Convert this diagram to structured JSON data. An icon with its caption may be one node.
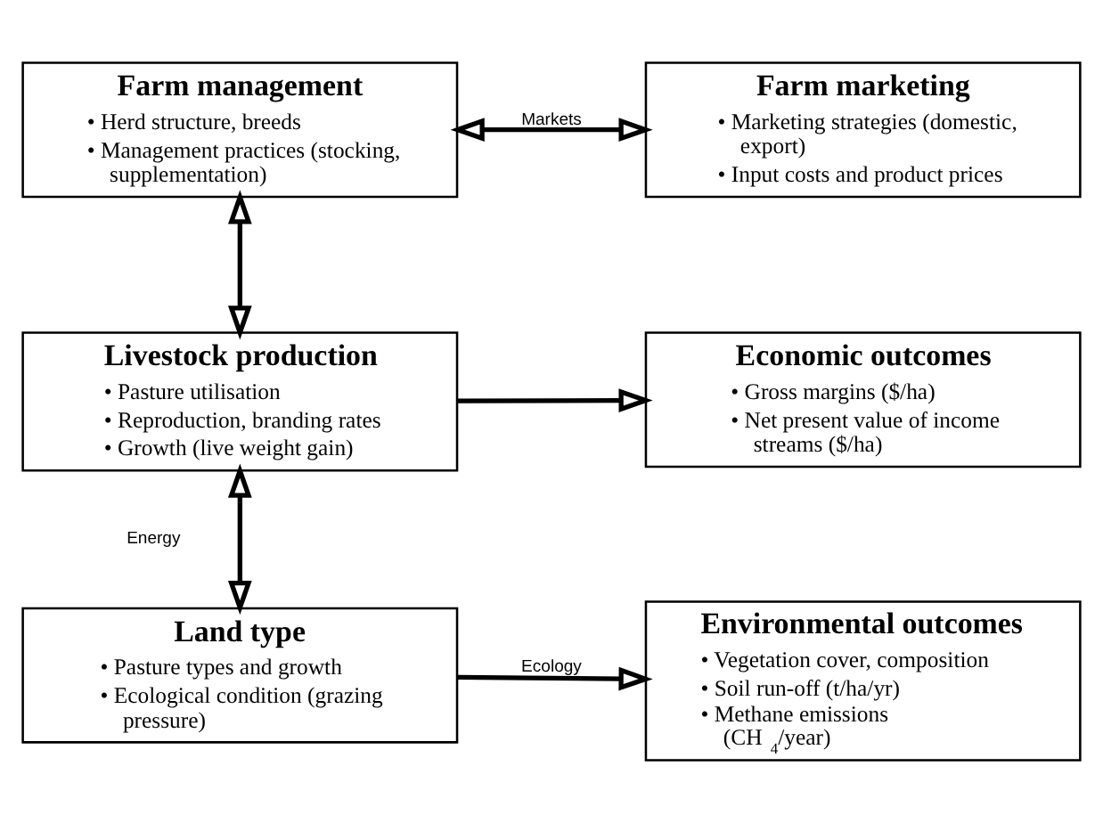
{
  "diagram": {
    "nodes": [
      {
        "text": [
          "Farm management",
          "• Herd structure, breeds",
          "• Management practices (stocking, supplementation)"
        ]
      },
      {
        "text": [
          "Farm marketing",
          "• Marketing strategies (domestic, export)",
          "• Input costs and product prices"
        ]
      },
      {
        "text": [
          "Livestock production",
          "• Pasture utilisation",
          "• Reproduction, branding rates",
          "• Growth (live weight gain)"
        ]
      },
      {
        "text": [
          "Economic outcomes",
          "• Gross margins ($/ha)",
          "• Net present value of income streams ($/ha)"
        ]
      },
      {
        "text": [
          "Land type",
          "• Pasture types and growth",
          "• Ecological condition (grazing pressure)"
        ]
      },
      {
        "text": [
          "Environmental outcomes",
          "• Vegetation cover, composition",
          "• Soil run-off (t/ha/yr)",
          "• Methane emissions (CH$_{4}$/year)"
        ]
      }
    ],
    "edges": [
      {
        "from": 0,
        "to": 1,
        "arrow": "both",
        "label": "Markets"
      },
      {
        "from": 0,
        "to": 2,
        "arrow": "both"
      },
      {
        "from": 2,
        "to": 3,
        "arrow": "to"
      },
      {
        "from": 2,
        "to": 4,
        "arrow": "both",
        "label": "Energy"
      },
      {
        "from": 4,
        "to": 5,
        "arrow": "to",
        "label": "Ecology"
      }
    ]
  }
}
